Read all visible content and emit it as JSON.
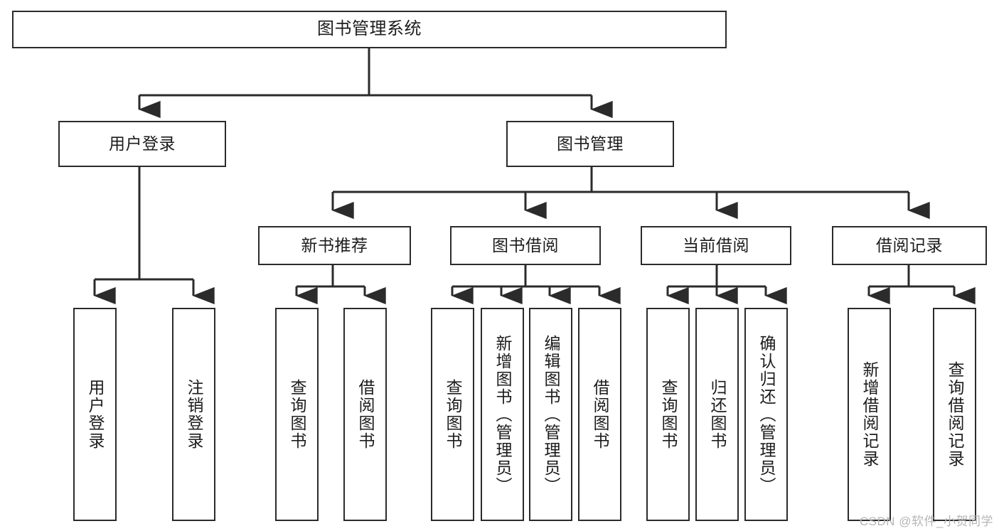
{
  "diagram": {
    "title": "图书管理系统",
    "type": "hierarchy-tree",
    "root": {
      "label": "图书管理系统"
    },
    "level2": [
      {
        "label": "用户登录"
      },
      {
        "label": "图书管理"
      }
    ],
    "level3": [
      {
        "label": "新书推荐"
      },
      {
        "label": "图书借阅"
      },
      {
        "label": "当前借阅"
      },
      {
        "label": "借阅记录"
      }
    ],
    "leaves": {
      "user_login": [
        {
          "label": "用户登录"
        },
        {
          "label": "注销登录"
        }
      ],
      "new_book_recommend": [
        {
          "label": "查询图书"
        },
        {
          "label": "借阅图书"
        }
      ],
      "book_borrow": [
        {
          "label": "查询图书"
        },
        {
          "label": "新增图书（管理员）"
        },
        {
          "label": "编辑图书（管理员）"
        },
        {
          "label": "借阅图书"
        }
      ],
      "current_borrow": [
        {
          "label": "查询图书"
        },
        {
          "label": "归还图书"
        },
        {
          "label": "确认归还（管理员）"
        }
      ],
      "borrow_record": [
        {
          "label": "新增借阅记录"
        },
        {
          "label": "查询借阅记录"
        }
      ]
    }
  },
  "watermark": {
    "text": "CSDN @软件_小贺同学"
  },
  "colors": {
    "stroke": "#2b2b2b",
    "background": "#ffffff",
    "text": "#1c1c1c",
    "watermark": "#b6b6b6"
  }
}
